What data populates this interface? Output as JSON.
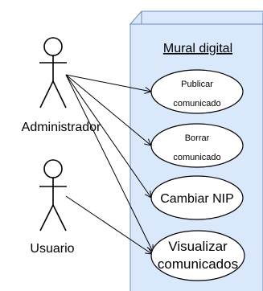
{
  "system": {
    "title": "Mural digital",
    "fill_color": "#dae8fc",
    "stroke_color": "#6c8ebf"
  },
  "actors": {
    "admin": {
      "label": "Administrador"
    },
    "user": {
      "label": "Usuario"
    }
  },
  "use_cases": {
    "publicar": {
      "line1": "Publicar",
      "line2": "comunicado"
    },
    "borrar": {
      "line1": "Borrar",
      "line2": "comunicado"
    },
    "cambiar_nip": {
      "line1": "Cambiar NIP"
    },
    "visualizar": {
      "line1": "Visualizar",
      "line2": "comunicados"
    }
  },
  "associations": [
    {
      "from": "Administrador",
      "to": "Publicar comunicado"
    },
    {
      "from": "Administrador",
      "to": "Borrar comunicado"
    },
    {
      "from": "Administrador",
      "to": "Cambiar NIP"
    },
    {
      "from": "Administrador",
      "to": "Visualizar comunicados"
    },
    {
      "from": "Usuario",
      "to": "Visualizar comunicados"
    }
  ]
}
